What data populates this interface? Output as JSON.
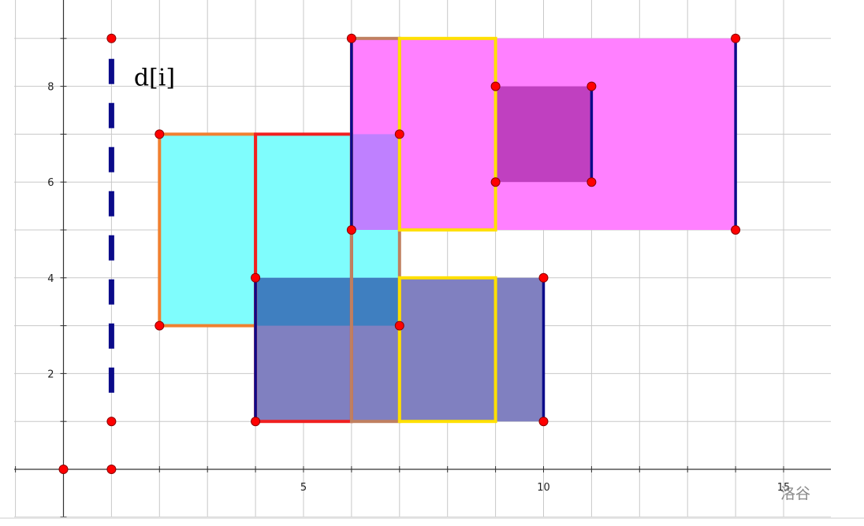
{
  "chart_data": {
    "type": "diagram",
    "xlim": [
      -1,
      16
    ],
    "ylim": [
      -1,
      9.5
    ],
    "grid": true,
    "x_ticks": [
      {
        "v": 5,
        "label": "5"
      },
      {
        "v": 10,
        "label": "10"
      },
      {
        "v": 15,
        "label": "15"
      }
    ],
    "y_ticks": [
      {
        "v": 2,
        "label": "2"
      },
      {
        "v": 4,
        "label": "4"
      },
      {
        "v": 6,
        "label": "6"
      },
      {
        "v": 8,
        "label": "8"
      }
    ],
    "fills": [
      {
        "name": "cyan-rect",
        "x1": 2,
        "y1": 3,
        "x2": 7,
        "y2": 7,
        "color": "#7ffdfd"
      },
      {
        "name": "lavender-rect",
        "x1": 4,
        "y1": 1,
        "x2": 10,
        "y2": 4,
        "color": "#8080c0"
      },
      {
        "name": "steel-overlap",
        "x1": 4,
        "y1": 3,
        "x2": 7,
        "y2": 4,
        "color": "#3f7fc0"
      },
      {
        "name": "magenta-rect",
        "x1": 6,
        "y1": 5,
        "x2": 14,
        "y2": 9,
        "color": "#ff80ff"
      },
      {
        "name": "purple-overlap",
        "x1": 6,
        "y1": 5,
        "x2": 7,
        "y2": 7,
        "color": "#bf80ff"
      },
      {
        "name": "dark-magenta-rect",
        "x1": 9,
        "y1": 6,
        "x2": 11,
        "y2": 8,
        "color": "#c040c0"
      }
    ],
    "outlines": [
      {
        "name": "orange-outline",
        "x1": 2,
        "y1": 3,
        "x2": 4,
        "y2": 7,
        "color": "#f08030"
      },
      {
        "name": "red-outline",
        "x1": 4,
        "y1": 1,
        "x2": 6,
        "y2": 7,
        "color": "#f02020"
      },
      {
        "name": "brown-outline",
        "x1": 6,
        "y1": 1,
        "x2": 7,
        "y2": 9,
        "color": "#c08060"
      },
      {
        "name": "yellow-outline-top",
        "x1": 7,
        "y1": 5,
        "x2": 9,
        "y2": 9,
        "color": "#ffe000"
      },
      {
        "name": "yellow-outline-bottom",
        "x1": 7,
        "y1": 1,
        "x2": 9,
        "y2": 4,
        "color": "#ffe000"
      }
    ],
    "scan_lines": [
      {
        "name": "scan-line-x4",
        "x": 4,
        "y1": 1,
        "y2": 4
      },
      {
        "name": "scan-line-x10",
        "x": 10,
        "y1": 1,
        "y2": 4
      },
      {
        "name": "scan-line-x6",
        "x": 6,
        "y1": 5,
        "y2": 9
      },
      {
        "name": "scan-line-x14",
        "x": 14,
        "y1": 5,
        "y2": 9
      },
      {
        "name": "scan-line-x11",
        "x": 11,
        "y1": 6,
        "y2": 8
      }
    ],
    "dashed_line": {
      "x": 1,
      "y1": 1.6,
      "y2": 9
    },
    "points": [
      [
        0,
        0
      ],
      [
        1,
        0
      ],
      [
        1,
        1
      ],
      [
        1,
        9
      ],
      [
        2,
        3
      ],
      [
        2,
        7
      ],
      [
        4,
        1
      ],
      [
        4,
        4
      ],
      [
        6,
        5
      ],
      [
        6,
        9
      ],
      [
        7,
        3
      ],
      [
        7,
        7
      ],
      [
        9,
        6
      ],
      [
        9,
        8
      ],
      [
        10,
        1
      ],
      [
        10,
        4
      ],
      [
        11,
        6
      ],
      [
        11,
        8
      ],
      [
        14,
        5
      ],
      [
        14,
        9
      ]
    ],
    "annotation": {
      "text": "d[i]",
      "x": 1.5,
      "y": 8
    }
  },
  "colors": {
    "grid": "#c8c8c8",
    "axis": "#333333",
    "scan_line": "#0b0b8a",
    "point_fill": "#ff0000",
    "point_stroke": "#8a0000"
  },
  "watermark": {
    "text": "洛谷"
  }
}
